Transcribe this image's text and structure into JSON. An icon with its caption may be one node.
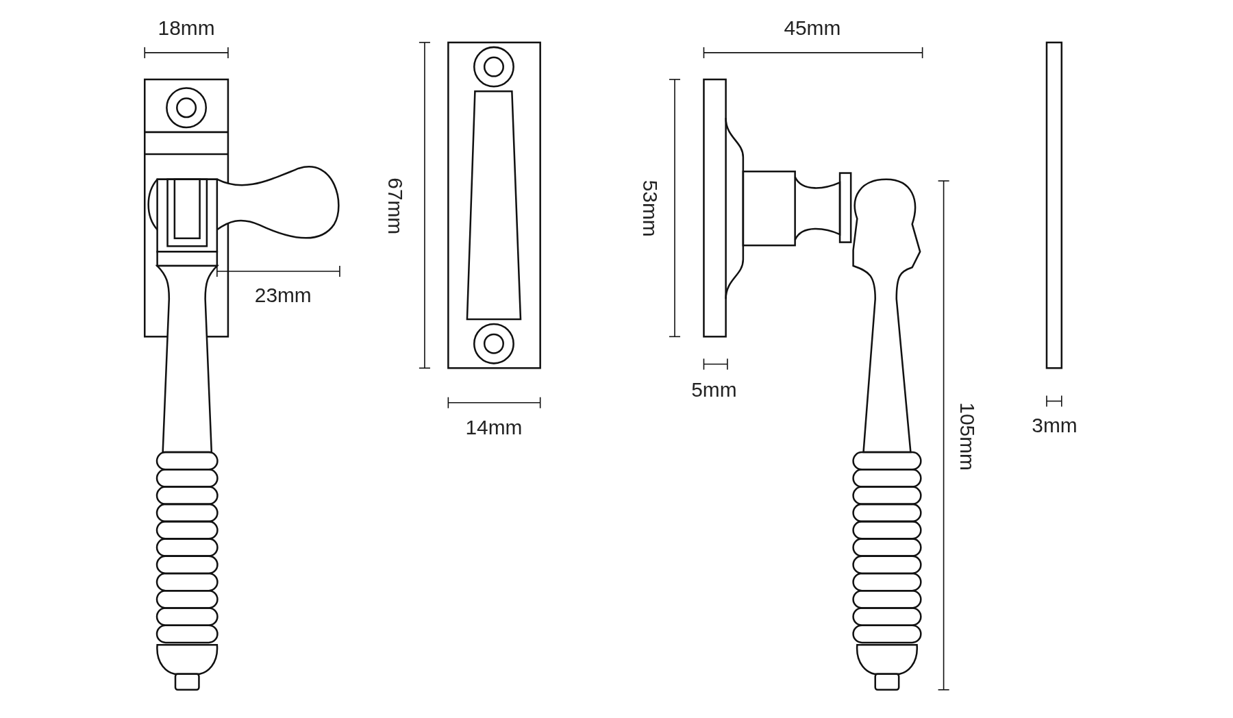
{
  "diagram": {
    "labels": [
      "18mm",
      "45mm",
      "67mm",
      "53mm",
      "23mm",
      "5mm",
      "3mm",
      "14mm",
      "105mm"
    ]
  }
}
